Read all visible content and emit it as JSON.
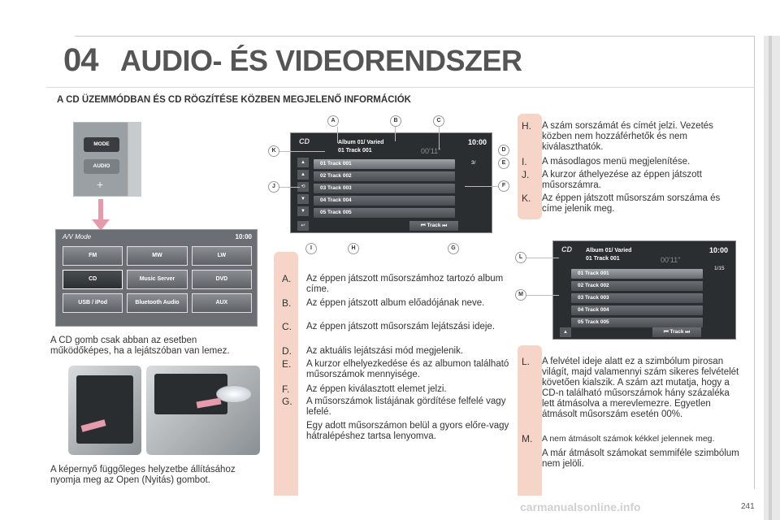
{
  "header": {
    "chapter_number": "04",
    "chapter_title": "AUDIO- ÉS VIDEORENDSZER",
    "section_heading": "A CD ÜZEMMÓDBAN ÉS CD RÖGZÍTÉSE KÖZBEN MEGJELENŐ INFORMÁCIÓK"
  },
  "photo_buttons": {
    "mode_label": "MODE",
    "audio_label": "AUDIO",
    "plus_label": "+"
  },
  "av_screen": {
    "title": "A/V Mode",
    "time": "10:00",
    "buttons": [
      "FM",
      "MW",
      "LW",
      "CD",
      "Music Server",
      "DVD",
      "USB / iPod",
      "Bluetooth Audio",
      "AUX"
    ]
  },
  "captions": {
    "cd_button": "A CD gomb csak abban az esetben működőképes, ha a lejátszóban van lemez.",
    "open_button": "A képernyő függőleges helyzetbe állításához nyomja meg az Open (Nyitás) gombot."
  },
  "cd_screen_1": {
    "logo": "CD",
    "album": "Album 01/ Varied",
    "track": "01 Track 001",
    "clock": "10:00",
    "elapsed": "00'11\"",
    "count": "3/",
    "rows": [
      "01  Track  001",
      "02  Track  002",
      "03  Track  003",
      "04  Track  004",
      "05  Track  005"
    ],
    "track_button": "⏮ Track ⏭"
  },
  "cd_screen_2": {
    "logo": "CD",
    "album": "Album 01/ Varied",
    "track": "01 Track 001",
    "clock": "10:00",
    "elapsed": "00'11\"",
    "count": "1/15",
    "rows": [
      "01  Track  001",
      "02  Track  002",
      "03  Track  003",
      "04  Track  004",
      "05  Track  005"
    ],
    "track_button": "⏮ Track ⏭"
  },
  "callouts_1": [
    "A",
    "B",
    "C",
    "D",
    "E",
    "F",
    "G",
    "H",
    "I",
    "J",
    "K"
  ],
  "callouts_2": [
    "L",
    "M"
  ],
  "items_left": [
    {
      "letter": "A.",
      "text": "Az éppen játszott műsorszámhoz tartozó album címe."
    },
    {
      "letter": "B.",
      "text": "Az éppen játszott album előadójának neve."
    },
    {
      "letter": "C.",
      "text": "Az éppen játszott műsorszám lejátszási ideje."
    },
    {
      "letter": "D.",
      "text": "Az aktuális lejátszási mód megjelenik."
    },
    {
      "letter": "E.",
      "text": "A kurzor elhelyezkedése és az albumon található műsorszámok mennyisége."
    },
    {
      "letter": "F.",
      "text": "Az éppen kiválasztott elemet jelzi."
    },
    {
      "letter": "G.",
      "text": "A műsorszámok listájának gördítése felfelé vagy lefelé."
    },
    {
      "letter": "",
      "text": "Egy adott műsorszámon belül a gyors előre-vagy hátralépéshez tartsa lenyomva."
    }
  ],
  "items_right_top": [
    {
      "letter": "H.",
      "text": "A szám sorszámát és címét jelzi. Vezetés közben nem hozzáférhetők és nem kiválaszthatók."
    },
    {
      "letter": "I.",
      "text": "A másodlagos menü megjelenítése."
    },
    {
      "letter": "J.",
      "text": "A kurzor áthelyezése az éppen játszott műsorszámra."
    },
    {
      "letter": "K.",
      "text": "Az éppen játszott műsorszám sorszáma és címe jelenik meg."
    }
  ],
  "items_right_bottom": [
    {
      "letter": "L.",
      "text": "A felvétel ideje alatt ez a szimbólum pirosan világít, majd valamennyi szám sikeres felvételét követően kialszik. A szám azt mutatja, hogy a CD-n található műsorszámok hány százaléka lett átmásolva a merevlemezre. Egyetlen átmásolt műsorszám esetén 00%."
    },
    {
      "letter": "M.",
      "text": "A nem átmásolt számok kékkel jelennek meg."
    },
    {
      "letter": "",
      "text": "A már átmásolt számokat semmiféle szimbólum nem jelöli."
    }
  ],
  "footer": {
    "page_number": "241",
    "watermark": "carmanualsonline.info"
  }
}
